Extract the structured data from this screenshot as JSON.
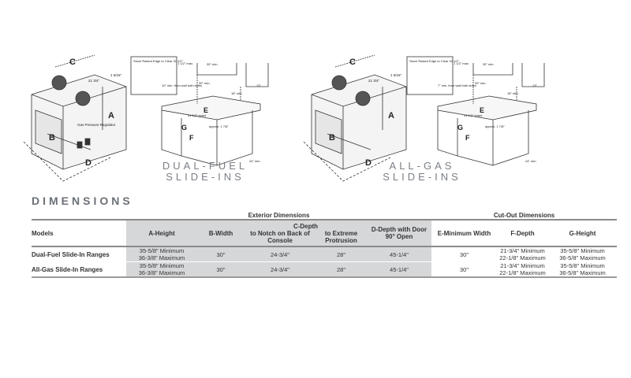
{
  "diagrams": {
    "range_labels": {
      "a": "A",
      "b": "B",
      "c": "C",
      "d": "D",
      "depth_notch": "21 3/4\"",
      "top_offset": "1 5/16\"",
      "regulator": "Gas Pressure Regulator"
    },
    "dual_fuel": {
      "caption_line1": "DUAL-FUEL",
      "caption_line2": "SLIDE-INS",
      "inset": "Stove Raised Edge to Clear 31 1/2\"",
      "inset_max": "1 1/2\" max.",
      "hood_width": "30\" min.",
      "cab_depth": "13\"",
      "side_clear": "10\" min. from wall both sides",
      "top_clear": "30\" min.",
      "upper_clear": "18\" min.",
      "e": "E",
      "g": "G",
      "f": "F",
      "exact": "31 1/2\" exact",
      "approx": "approx. 1 7/8\"",
      "counter_depth": "24\" min."
    },
    "all_gas": {
      "caption_line1": "ALL-GAS",
      "caption_line2": "SLIDE-INS",
      "inset": "Stove Raised Edge to Clear 31 1/2\"",
      "inset_max": "1 1/2\" max.",
      "hood_width": "30\" min.",
      "cab_depth": "13\"",
      "side_clear": "7\" min. from wall both sides",
      "top_clear": "30\" min.",
      "upper_clear": "18\" min.",
      "e": "E",
      "g": "G",
      "f": "F",
      "exact": "31 1/2\" exact",
      "approx": "approx. 1 7/8\"",
      "counter_depth": "24\" min."
    }
  },
  "section_title": "DIMENSIONS",
  "table": {
    "group_exterior": "Exterior Dimensions",
    "group_cutout": "Cut-Out Dimensions",
    "c_depth": "C-Depth",
    "headers": [
      "Models",
      "A-Height",
      "B-Width",
      "to Notch on Back of Console",
      "to Extreme Protrusion",
      "D-Depth with Door 90° Open",
      "E-Minimum Width",
      "F-Depth",
      "G-Height"
    ],
    "rows": [
      {
        "model": "Dual-Fuel Slide-In Ranges",
        "a1": "35-5/8\" Minimum",
        "a2": "36-3/8\" Maximum",
        "b": "30\"",
        "c1": "24-3/4\"",
        "c2": "28\"",
        "d": "45-1/4\"",
        "e": "30\"",
        "f1": "21-3/4\" Minimum",
        "f2": "22-1/8\" Maximum",
        "g1": "35-5/8\" Minimum",
        "g2": "36-5/8\" Maximum"
      },
      {
        "model": "All-Gas Slide-In Ranges",
        "a1": "35-5/8\" Minimum",
        "a2": "36-3/8\" Maximum",
        "b": "30\"",
        "c1": "24-3/4\"",
        "c2": "28\"",
        "d": "45-1/4\"",
        "e": "30\"",
        "f1": "21-3/4\" Minimum",
        "f2": "22-1/8\" Maximum",
        "g1": "35-5/8\" Minimum",
        "g2": "36-5/8\" Maximum"
      }
    ]
  }
}
